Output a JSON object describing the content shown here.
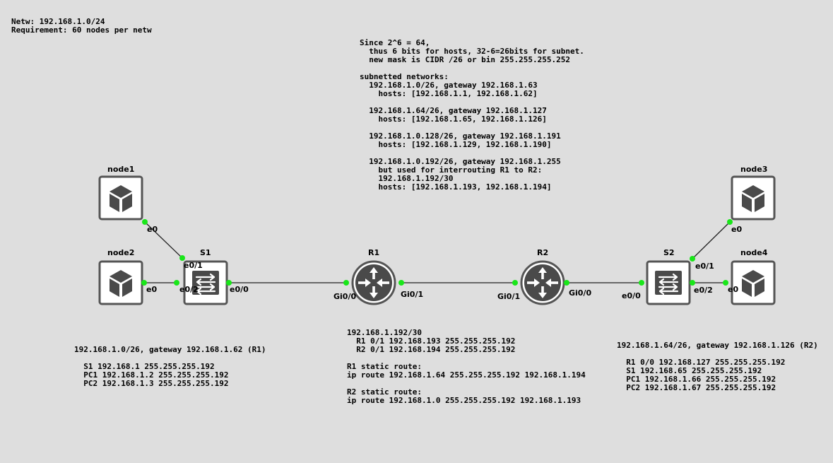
{
  "header": {
    "network": "Netw: 192.168.1.0/24",
    "requirement": "Requirement: 60 nodes per netw"
  },
  "notes": {
    "subnetting": "Since 2^6 = 64,\n  thus 6 bits for hosts, 32-6=26bits for subnet.\n  new mask is CIDR /26 or bin 255.255.255.252\n\nsubnetted networks:\n  192.168.1.0/26, gateway 192.168.1.63\n    hosts: [192.168.1.1, 192.168.1.62]\n\n  192.168.1.64/26, gateway 192.168.1.127\n    hosts: [192.168.1.65, 192.168.1.126]\n\n  192.168.1.0.128/26, gateway 192.168.1.191\n    hosts: [192.168.1.129, 192.168.1.190]\n\n  192.168.1.0.192/26, gateway 192.168.1.255\n    but used for interrouting R1 to R2:\n    192.168.1.192/30\n    hosts: [192.168.1.193, 192.168.1.194]",
    "left_net": "192.168.1.0/26, gateway 192.168.1.62 (R1)\n\n  S1 192.168.1 255.255.255.192\n  PC1 192.168.1.2 255.255.255.192\n  PC2 192.168.1.3 255.255.255.192",
    "middle": "192.168.1.192/30\n  R1 0/1 192.168.193 255.255.255.192\n  R2 0/1 192.168.194 255.255.255.192\n\nR1 static route:\nip route 192.168.1.64 255.255.255.192 192.168.1.194\n\nR2 static route:\nip route 192.168.1.0 255.255.255.192 192.168.1.193",
    "right_net": "192.168.1.64/26, gateway 192.168.1.126 (R2)\n\n  R1 0/0 192.168.127 255.255.255.192\n  S1 192.168.65 255.255.255.192\n  PC1 192.168.1.66 255.255.255.192\n  PC2 192.168.1.67 255.255.255.192"
  },
  "devices": {
    "node1": "node1",
    "node2": "node2",
    "node3": "node3",
    "node4": "node4",
    "s1": "S1",
    "s2": "S2",
    "r1": "R1",
    "r2": "R2"
  },
  "ports": {
    "node1_e0": "e0",
    "node2_e0": "e0",
    "s1_e0_1": "e0/1",
    "s1_e0_2": "e0/2",
    "s1_e0_0": "e0/0",
    "r1_gi0_0": "Gi0/0",
    "r1_gi0_1": "Gi0/1",
    "r2_gi0_1": "Gi0/1",
    "r2_gi0_0": "Gi0/0",
    "s2_e0_0": "e0/0",
    "s2_e0_1": "e0/1",
    "s2_e0_2": "e0/2",
    "node3_e0": "e0",
    "node4_e0": "e0"
  },
  "colors": {
    "background": "#dedede",
    "link_endpoint": "#19e619",
    "device_border": "#555555",
    "icon": "#4a4a4a"
  }
}
